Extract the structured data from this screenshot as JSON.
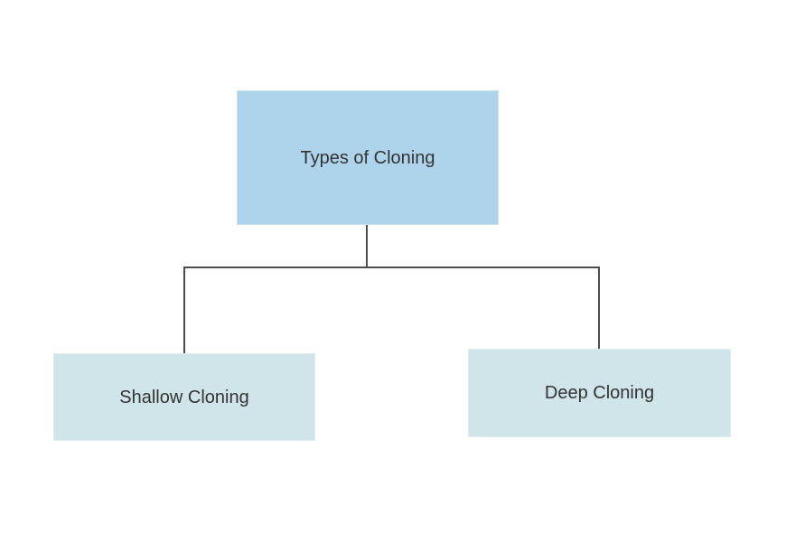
{
  "diagram": {
    "type": "tree",
    "title": "Types of Cloning",
    "nodes": [
      {
        "id": "root",
        "label": "Types of Cloning",
        "role": "parent"
      },
      {
        "id": "shallow",
        "label": "Shallow Cloning",
        "role": "child"
      },
      {
        "id": "deep",
        "label": "Deep Cloning",
        "role": "child"
      }
    ],
    "edges": [
      {
        "from": "root",
        "to": "shallow"
      },
      {
        "from": "root",
        "to": "deep"
      }
    ],
    "colors": {
      "background": "#ffffff",
      "root_fill": "#aed4ec",
      "root_border": "#c8e1f3",
      "child_fill": "#d0e5e9",
      "child_border": "#dfedf0",
      "connector": "#4d4d4d",
      "text": "#333333"
    }
  }
}
